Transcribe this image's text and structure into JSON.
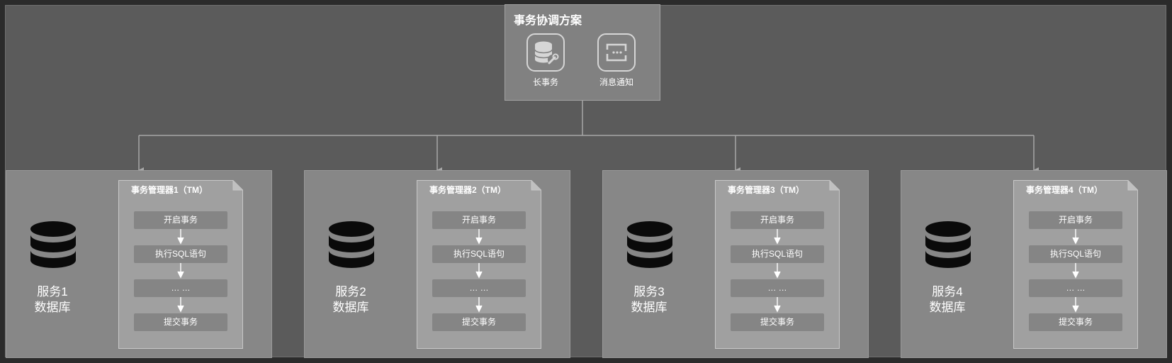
{
  "coordinator": {
    "title": "事务协调方案",
    "options": [
      {
        "label": "长事务",
        "icon": "database-wrench-icon"
      },
      {
        "label": "消息通知",
        "icon": "message-icon"
      }
    ]
  },
  "services": [
    {
      "line1": "服务1",
      "line2": "数据库",
      "tm_title": "事务管理器1（TM）",
      "steps": [
        "开启事务",
        "执行SQL语句",
        "… …",
        "提交事务"
      ]
    },
    {
      "line1": "服务2",
      "line2": "数据库",
      "tm_title": "事务管理器2（TM）",
      "steps": [
        "开启事务",
        "执行SQL语句",
        "… …",
        "提交事务"
      ]
    },
    {
      "line1": "服务3",
      "line2": "数据库",
      "tm_title": "事务管理器3（TM）",
      "steps": [
        "开启事务",
        "执行SQL语句",
        "… …",
        "提交事务"
      ]
    },
    {
      "line1": "服务4",
      "line2": "数据库",
      "tm_title": "事务管理器4（TM）",
      "steps": [
        "开启事务",
        "执行SQL语句",
        "… …",
        "提交事务"
      ]
    }
  ],
  "colors": {
    "background": "#5b5b5b",
    "panel": "#878787",
    "tm_sheet": "#a0a0a0",
    "step": "#858585",
    "connector": "#a8a8a8"
  }
}
